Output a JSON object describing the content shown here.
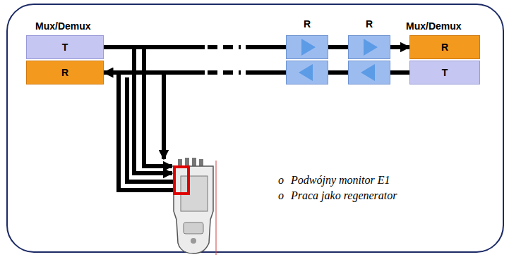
{
  "diagram": {
    "nodes": [
      {
        "text": [
          "T"
        ]
      },
      {
        "text": [
          "R"
        ]
      },
      {
        "text": [
          "R"
        ]
      },
      {
        "text": [
          "R"
        ]
      },
      {
        "text": [
          "R"
        ]
      },
      {
        "text": [
          "T"
        ]
      }
    ],
    "edges": [
      {
        "from": 0,
        "to": 2,
        "arrow": "none"
      },
      {
        "from": 2,
        "to": 3,
        "arrow": "none"
      },
      {
        "from": 3,
        "to": 4,
        "arrow": "to"
      },
      {
        "from": 5,
        "to": 3,
        "arrow": "none"
      },
      {
        "from": 3,
        "to": 2,
        "arrow": "none"
      },
      {
        "from": 2,
        "to": 1,
        "arrow": "to"
      }
    ],
    "labels": [
      "Mux/Demux",
      "Mux/Demux",
      "o",
      "Podwójny monitor E1",
      "o",
      "Praca jako regenerator"
    ]
  }
}
